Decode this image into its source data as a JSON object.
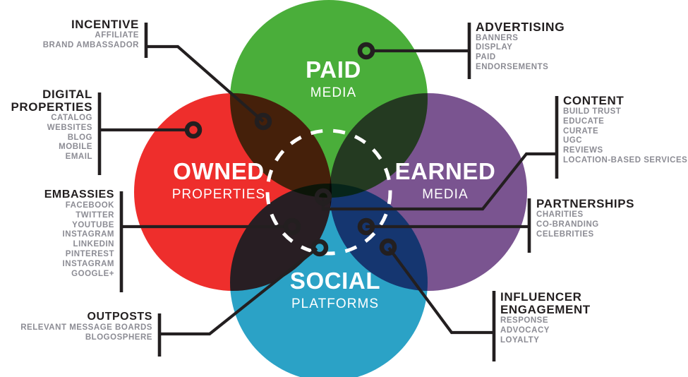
{
  "theme": {
    "paid_color": "#4aae3a",
    "owned_color": "#ee2e2c",
    "earned_color": "#7a5490",
    "social_color": "#2ba2c6",
    "line_color": "#231f20",
    "title_color": "#231f20",
    "item_color": "#8c8c94",
    "dashed_circle_color": "#ffffff",
    "background": "#ffffff"
  },
  "venn": {
    "circles": [
      {
        "key": "paid",
        "big": "PAID",
        "sub": "MEDIA"
      },
      {
        "key": "owned",
        "big": "OWNED",
        "sub": "PROPERTIES"
      },
      {
        "key": "earned",
        "big": "EARNED",
        "sub": "MEDIA"
      },
      {
        "key": "social",
        "big": "SOCIAL",
        "sub": "PLATFORMS"
      }
    ]
  },
  "callouts": {
    "incentive": {
      "title": [
        "INCENTIVE"
      ],
      "items": [
        "AFFILIATE",
        "BRAND AMBASSADOR"
      ]
    },
    "digital_properties": {
      "title": [
        "DIGITAL",
        "PROPERTIES"
      ],
      "items": [
        "CATALOG",
        "WEBSITES",
        "BLOG",
        "MOBILE",
        "EMAIL"
      ]
    },
    "embassies": {
      "title": [
        "EMBASSIES"
      ],
      "items": [
        "FACEBOOK",
        "TWITTER",
        "YOUTUBE",
        "INSTAGRAM",
        "LINKEDIN",
        "PINTEREST",
        "INSTAGRAM",
        "GOOGLE+"
      ]
    },
    "outposts": {
      "title": [
        "OUTPOSTS"
      ],
      "items": [
        "RELEVANT MESSAGE BOARDS",
        "BLOGOSPHERE"
      ]
    },
    "advertising": {
      "title": [
        "ADVERTISING"
      ],
      "items": [
        "BANNERS",
        "DISPLAY",
        "PAID",
        "ENDORSEMENTS"
      ]
    },
    "content": {
      "title": [
        "CONTENT"
      ],
      "items": [
        "BUILD TRUST",
        "EDUCATE",
        "CURATE",
        "UGC",
        "REVIEWS",
        "LOCATION-BASED SERVICES"
      ]
    },
    "partnerships": {
      "title": [
        "PARTNERSHIPS"
      ],
      "items": [
        "CHARITIES",
        "CO-BRANDING",
        "CELEBRITIES"
      ]
    },
    "influencer_engagement": {
      "title": [
        "INFLUENCER",
        "ENGAGEMENT"
      ],
      "items": [
        "RESPONSE",
        "ADVOCACY",
        "LOYALTY"
      ]
    }
  }
}
